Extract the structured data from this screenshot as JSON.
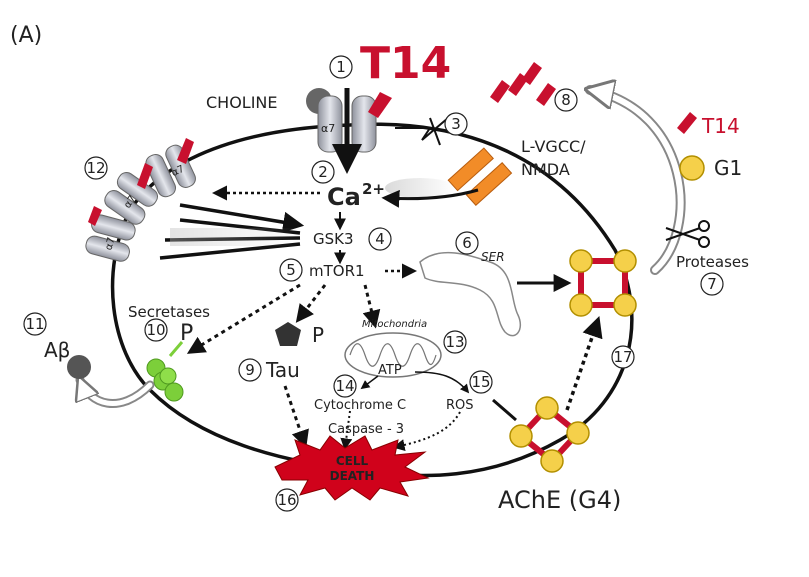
{
  "panel_label": "(A)",
  "title": "T14",
  "labels": {
    "choline": "CHOLINE",
    "a7": "α7",
    "ca": "Ca",
    "ca_sup": "2+",
    "lvgcc": "L-VGCC/",
    "nmda": "NMDA",
    "t14_legend": "T14",
    "g1": "G1",
    "proteases": "Proteases",
    "gsk3": "GSK3",
    "mtor1": "mTOR1",
    "ser": "SER",
    "secretases": "Secretases",
    "p": "P",
    "abeta": "Aβ",
    "tau": "Tau",
    "mitochondria": "Mitochondria",
    "atp": "ATP",
    "cytochrome": "Cytochrome C",
    "ros": "ROS",
    "caspase": "Caspase - 3",
    "cell_death_1": "CELL",
    "cell_death_2": "DEATH",
    "ache": "AChE (G4)"
  },
  "numbers": [
    "1",
    "2",
    "3",
    "4",
    "5",
    "6",
    "7",
    "8",
    "9",
    "10",
    "11",
    "12",
    "13",
    "14",
    "15",
    "16",
    "17"
  ],
  "colors": {
    "t14_red": "#c8102e",
    "receptor_grey": "#b9bcc6",
    "channel_orange": "#f28c28",
    "g1_yellow": "#f5d04a",
    "app_green": "#7ccf3a",
    "death_red": "#d0021b"
  }
}
